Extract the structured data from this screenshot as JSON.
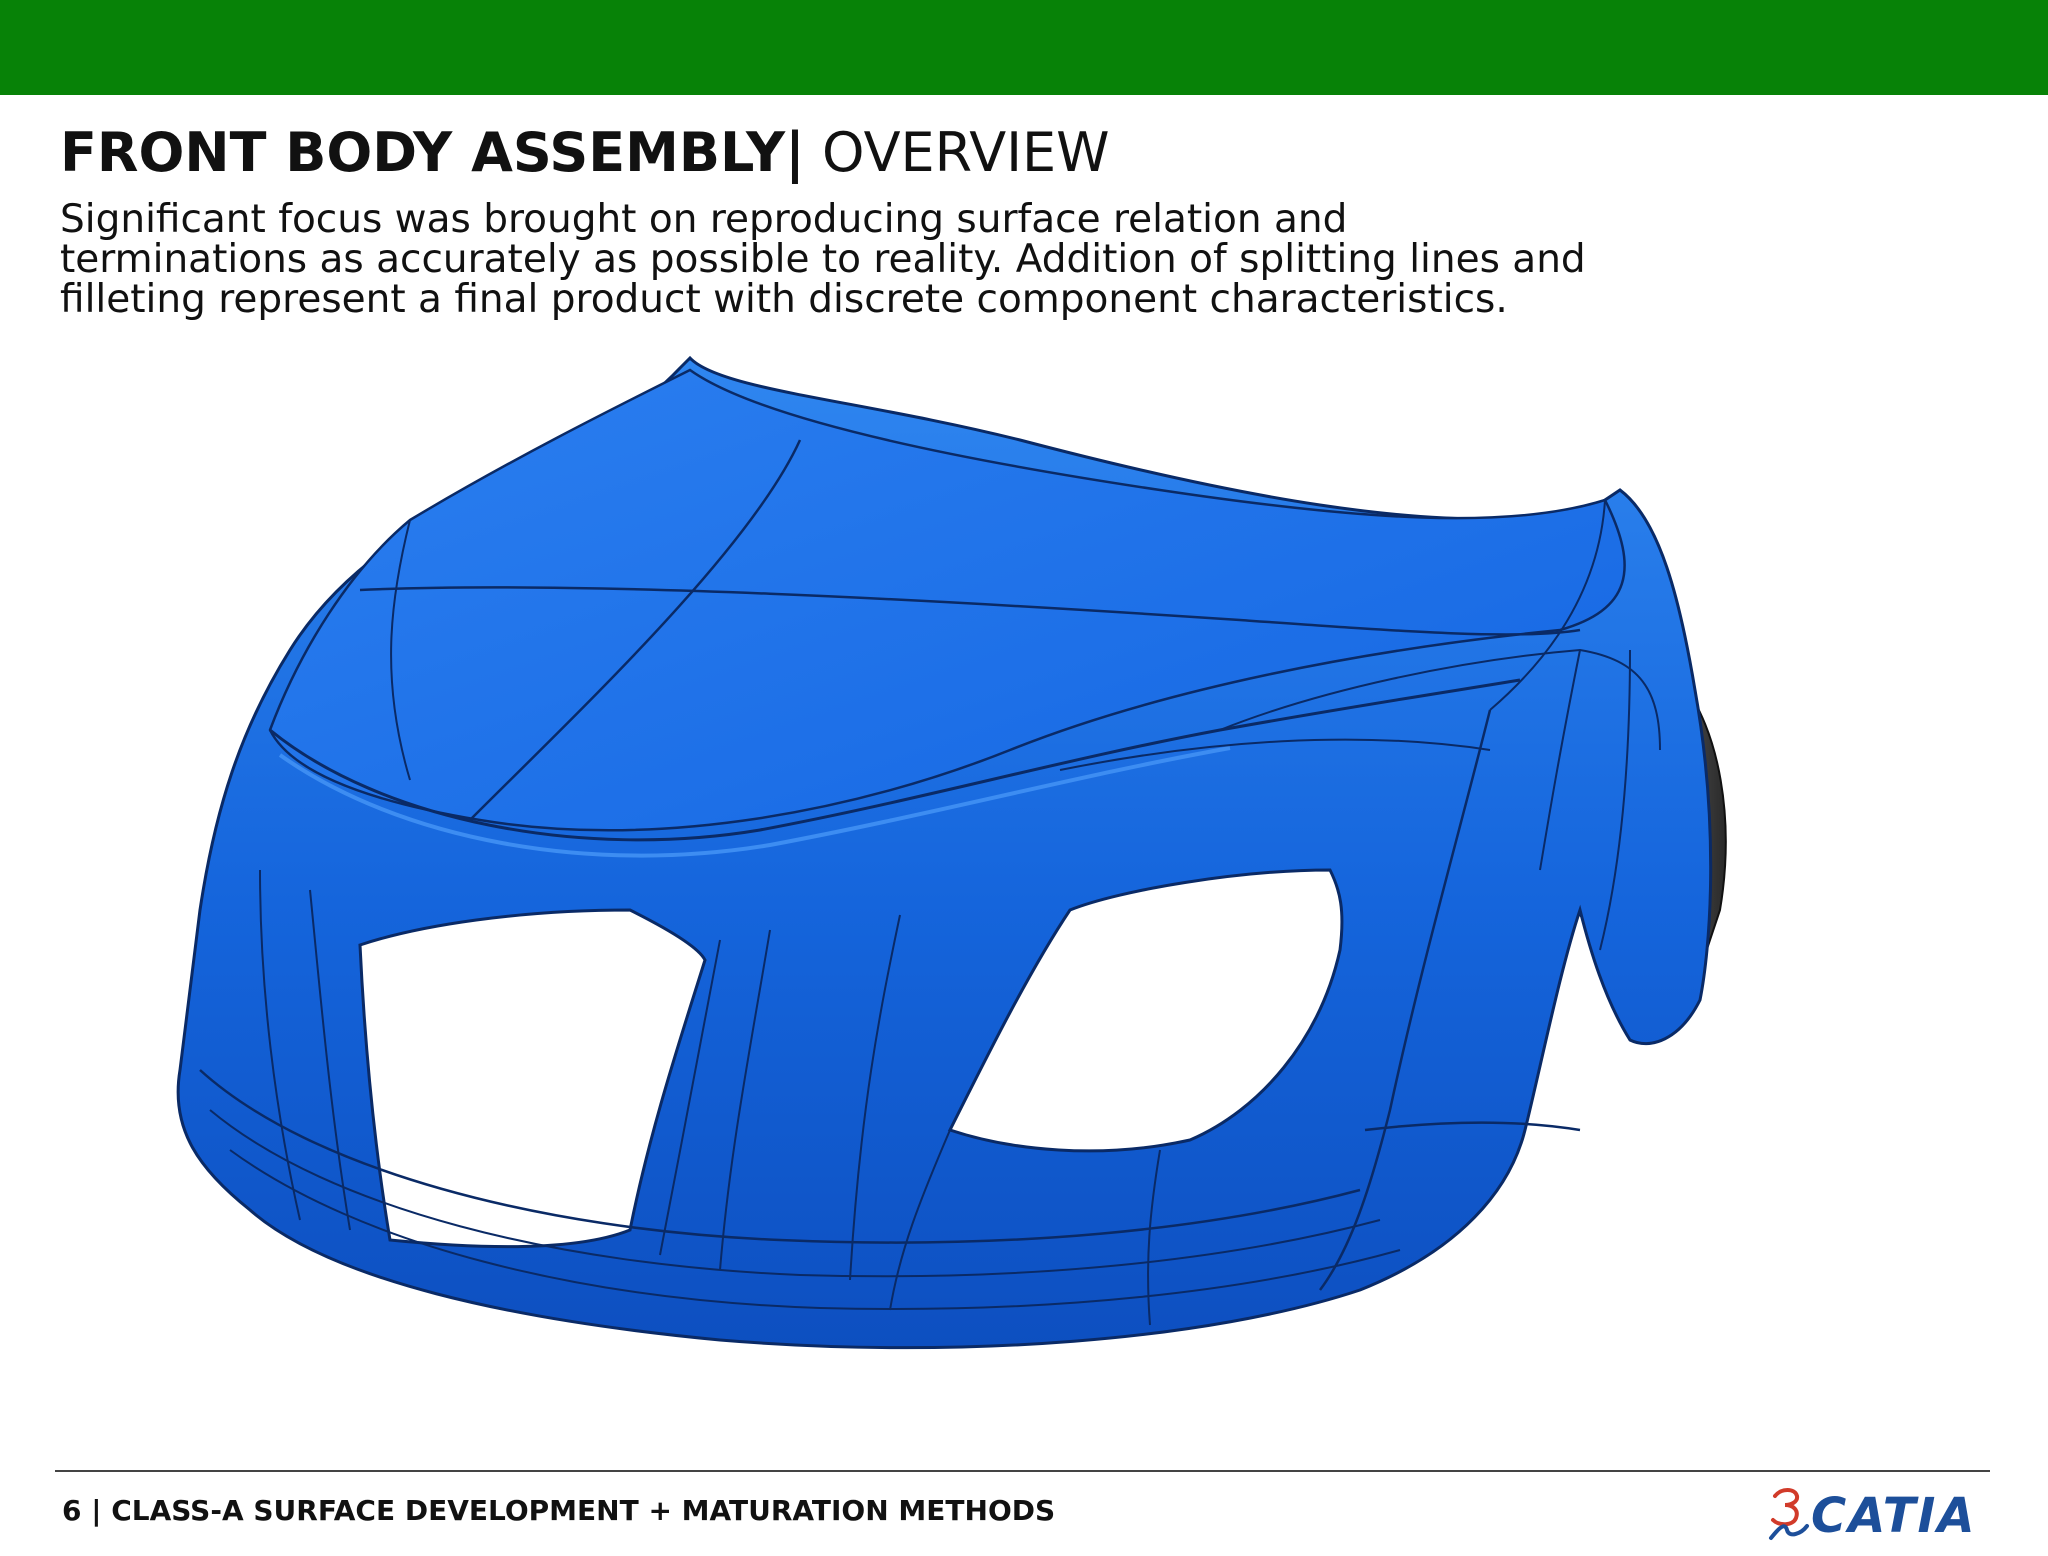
{
  "header": {
    "title_main": "FRONT BODY ASSEMBLY",
    "title_separator": "|",
    "title_sub": " OVERVIEW",
    "intro": "Significant focus was brought on reproducing surface relation and terminations as accurately as possible to reality. Addition of splitting lines and filleting represent a final product with discrete component characteristics."
  },
  "footer": {
    "text": "6 | CLASS-A SURFACE DEVELOPMENT + MATURATION METHODS",
    "logo_text": "CATIA"
  },
  "colors": {
    "accent_band": "#078207",
    "model_blue": "#1769e0",
    "logo_blue": "#1d4f9a"
  },
  "icons": {
    "logo_mark": "3ds-logo-icon"
  }
}
